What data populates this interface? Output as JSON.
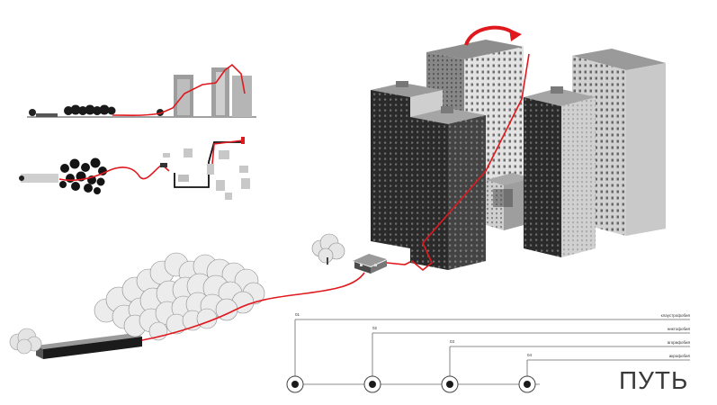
{
  "title": "ПУТЬ",
  "stages": [
    {
      "num": "01",
      "phobia": "клаустрофобия"
    },
    {
      "num": "02",
      "phobia": "никтофобия"
    },
    {
      "num": "03",
      "phobia": "агорафобия"
    },
    {
      "num": "04",
      "phobia": "акрофобия"
    }
  ],
  "colors": {
    "path": "#e0191e",
    "building_dark": "#2b2b2b",
    "building_light": "#d6d6d6",
    "tree": "#e6e6e6",
    "tree_dark": "#1c1c1c",
    "line": "#555555"
  }
}
